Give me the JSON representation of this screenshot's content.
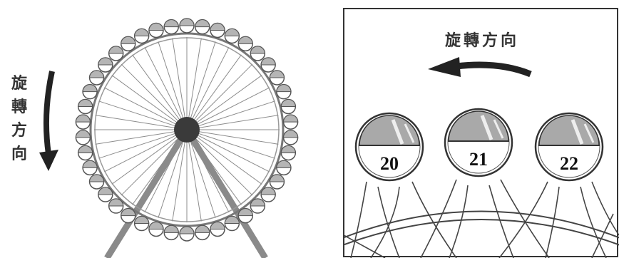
{
  "left_panel": {
    "rotation_label": "旋轉方向",
    "gondola_count": 42
  },
  "right_panel": {
    "rotation_label": "旋轉方向",
    "gondolas": [
      {
        "number": "20"
      },
      {
        "number": "21"
      },
      {
        "number": "22"
      }
    ]
  },
  "colors": {
    "ink": "#333333",
    "hub": "#3a3a3a",
    "glass": "#a9a9a9",
    "frame": "#555555"
  }
}
